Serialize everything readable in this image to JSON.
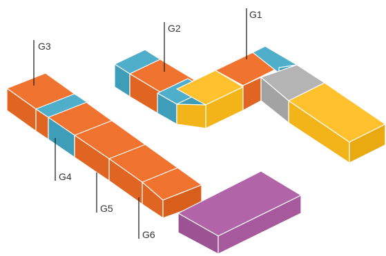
{
  "colors": {
    "orange": "#F07430",
    "blue": "#4FAFCB",
    "yellow": "#FFC22E",
    "gray": "#B4B4B4",
    "purple": "#B165A8"
  },
  "labels": {
    "g1": "G1",
    "g2": "G2",
    "g3": "G3",
    "g4": "G4",
    "g5": "G5",
    "g6": "G6"
  }
}
